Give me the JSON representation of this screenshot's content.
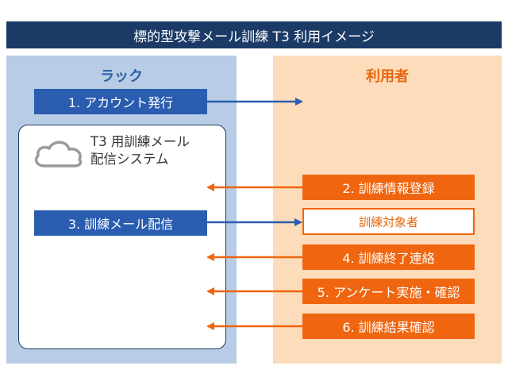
{
  "title": "標的型攻撃メール訓練 T3 利用イメージ",
  "left_panel": {
    "heading": "ラック"
  },
  "right_panel": {
    "heading": "利用者"
  },
  "system": {
    "line1": "T3 用訓練メール",
    "line2": "配信システム",
    "icon": "cloud-icon"
  },
  "steps": {
    "s1": "1. アカウント発行",
    "s2": "2. 訓練情報登録",
    "s3": "3. 訓練メール配信",
    "target": "訓練対象者",
    "s4": "4. 訓練終了連絡",
    "s5": "5. アンケート実施・確認",
    "s6": "6. 訓練結果確認"
  },
  "colors": {
    "title_bg": "#1b3a66",
    "left_bg": "#b8cde5",
    "right_bg": "#fcdcbb",
    "blue": "#2a5db0",
    "orange": "#f0650f"
  }
}
